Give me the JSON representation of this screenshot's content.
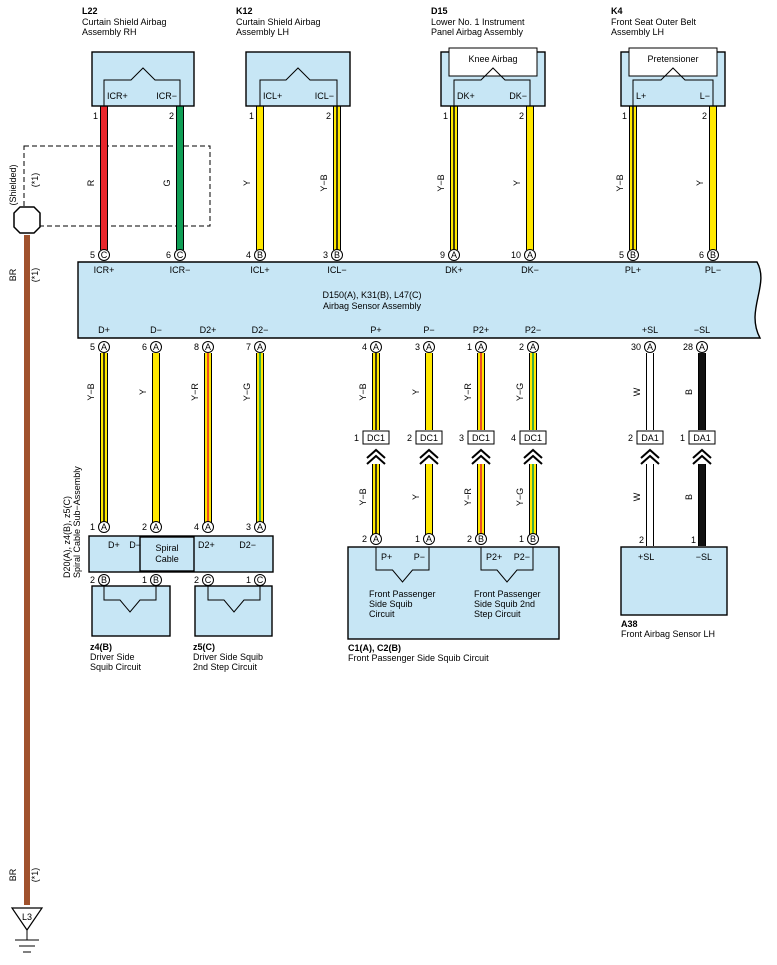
{
  "ecu": {
    "title": "D150(A), K31(B), L47(C)",
    "subtitle": "Airbag Sensor Assembly",
    "top_pins": [
      {
        "label": "ICR+",
        "num": "5",
        "conn": "C"
      },
      {
        "label": "ICR−",
        "num": "6",
        "conn": "C"
      },
      {
        "label": "ICL+",
        "num": "4",
        "conn": "B"
      },
      {
        "label": "ICL−",
        "num": "3",
        "conn": "B"
      },
      {
        "label": "DK+",
        "num": "9",
        "conn": "A"
      },
      {
        "label": "DK−",
        "num": "10",
        "conn": "A"
      },
      {
        "label": "PL+",
        "num": "5",
        "conn": "B"
      },
      {
        "label": "PL−",
        "num": "6",
        "conn": "B"
      }
    ],
    "bottom_pins": [
      {
        "label": "D+",
        "num": "5",
        "conn": "A"
      },
      {
        "label": "D−",
        "num": "6",
        "conn": "A"
      },
      {
        "label": "D2+",
        "num": "8",
        "conn": "A"
      },
      {
        "label": "D2−",
        "num": "7",
        "conn": "A"
      },
      {
        "label": "P+",
        "num": "4",
        "conn": "A"
      },
      {
        "label": "P−",
        "num": "3",
        "conn": "A"
      },
      {
        "label": "P2+",
        "num": "1",
        "conn": "A"
      },
      {
        "label": "P2−",
        "num": "2",
        "conn": "A"
      },
      {
        "label": "+SL",
        "num": "30",
        "conn": "A"
      },
      {
        "label": "−SL",
        "num": "28",
        "conn": "A"
      }
    ]
  },
  "top_components": [
    {
      "code": "L22",
      "name1": "Curtain Shield Airbag",
      "name2": "Assembly RH",
      "inner": "",
      "pins": [
        "ICR+",
        "ICR−"
      ],
      "nums": [
        "1",
        "2"
      ]
    },
    {
      "code": "K12",
      "name1": "Curtain Shield Airbag",
      "name2": "Assembly LH",
      "inner": "",
      "pins": [
        "ICL+",
        "ICL−"
      ],
      "nums": [
        "1",
        "2"
      ]
    },
    {
      "code": "D15",
      "name1": "Lower No. 1 Instrument",
      "name2": "Panel Airbag Assembly",
      "inner": "Knee Airbag",
      "pins": [
        "DK+",
        "DK−"
      ],
      "nums": [
        "1",
        "2"
      ]
    },
    {
      "code": "K4",
      "name1": "Front Seat Outer Belt",
      "name2": "Assembly LH",
      "inner": "Pretensioner",
      "pins": [
        "L+",
        "L−"
      ],
      "nums": [
        "1",
        "2"
      ]
    }
  ],
  "top_wires": [
    "R",
    "G",
    "Y",
    "Y−B",
    "Y−B",
    "Y",
    "Y−B",
    "Y"
  ],
  "bottom_wires_upper": [
    "Y−B",
    "Y",
    "Y−R",
    "Y−G",
    "Y−B",
    "Y",
    "Y−R",
    "Y−G",
    "W",
    "B"
  ],
  "bottom_wires_lower": [
    "Y−B",
    "Y",
    "Y−R",
    "Y−G",
    "W",
    "B"
  ],
  "passenger_connectors": [
    {
      "num": "1",
      "name": "DC1"
    },
    {
      "num": "2",
      "name": "DC1"
    },
    {
      "num": "3",
      "name": "DC1"
    },
    {
      "num": "4",
      "name": "DC1"
    }
  ],
  "sensor_connectors": [
    {
      "num": "2",
      "name": "DA1"
    },
    {
      "num": "1",
      "name": "DA1"
    }
  ],
  "spiral": {
    "title1": "D20(A), z4(B), z5(C)",
    "title2": "Spiral Cable Sub−Assembly",
    "center1": "Spiral",
    "center2": "Cable",
    "pins": [
      "D+",
      "D−",
      "D2+",
      "D2−"
    ],
    "top_nums": [
      "1",
      "2",
      "4",
      "3"
    ],
    "bottom_nums": [
      "2",
      "1",
      "2",
      "1"
    ],
    "bottom_conns": [
      "B",
      "B",
      "C",
      "C"
    ]
  },
  "squib_z4": {
    "code": "z4(B)",
    "name1": "Driver Side",
    "name2": "Squib Circuit"
  },
  "squib_z5": {
    "code": "z5(C)",
    "name1": "Driver Side Squib",
    "name2": "2nd Step Circuit"
  },
  "passenger": {
    "code": "C1(A), C2(B)",
    "name": "Front Passenger Side Squib Circuit",
    "pins": [
      "P+",
      "P−",
      "P2+",
      "P2−"
    ],
    "nums": [
      "2",
      "1",
      "2",
      "1"
    ],
    "conns": [
      "A",
      "A",
      "B",
      "B"
    ],
    "inner1": [
      "Front Passenger",
      "Side Squib",
      "Circuit"
    ],
    "inner2": [
      "Front Passenger",
      "Side Squib 2nd",
      "Step Circuit"
    ]
  },
  "sensor": {
    "code": "A38",
    "name": "Front Airbag Sensor LH",
    "pins": [
      "+SL",
      "−SL"
    ],
    "nums": [
      "2",
      "1"
    ]
  },
  "ground": {
    "shield_label": "(Shielded)",
    "shield_note": "(*1)",
    "wire": "BR",
    "wire_note": "(*1)",
    "ground_label": "L3"
  },
  "colors": {
    "R": "#e8262b",
    "G": "#0f9e55",
    "Y": "#ffe800",
    "B": "#111111",
    "W": "#ffffff",
    "BR": "#a0522d",
    "box": "#c7e6f5"
  }
}
